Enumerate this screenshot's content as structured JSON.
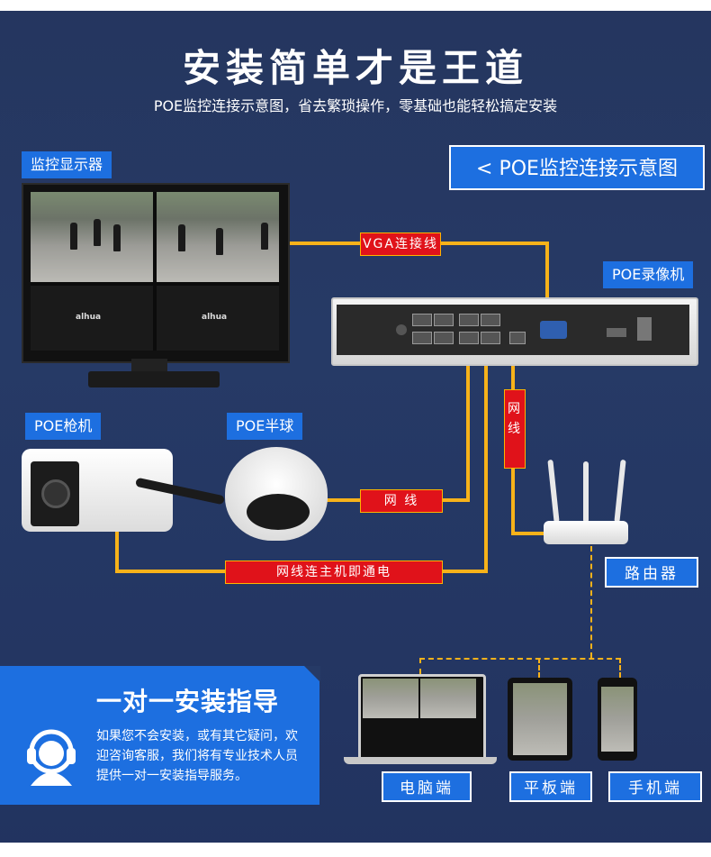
{
  "header": {
    "title": "安装简单才是王道",
    "subtitle": "POE监控连接示意图，省去繁琐操作，零基础也能轻松搞定安装"
  },
  "diagram_button": "< POE监控连接示意图",
  "labels": {
    "monitor": "监控显示器",
    "nvr": "POE录像机",
    "bullet_cam": "POE枪机",
    "dome_cam": "POE半球",
    "vga": "VGA连接线",
    "network_v": "网线",
    "network_h": "网 线",
    "poe_power": "网线连主机即通电",
    "router": "路由器",
    "pc": "电脑端",
    "tablet": "平板端",
    "mobile": "手机端",
    "brand": "alhua"
  },
  "guide": {
    "title": "一对一安装指导",
    "text": "如果您不会安装，或有其它疑问，欢迎咨询客服，我们将有专业技术人员提供一对一安装指导服务。"
  },
  "colors": {
    "background": "#263a66",
    "accent_blue": "#1d6fe0",
    "cable_yellow": "#f7b21a",
    "label_red": "#e0121a"
  },
  "icons": [
    "headset-icon"
  ]
}
